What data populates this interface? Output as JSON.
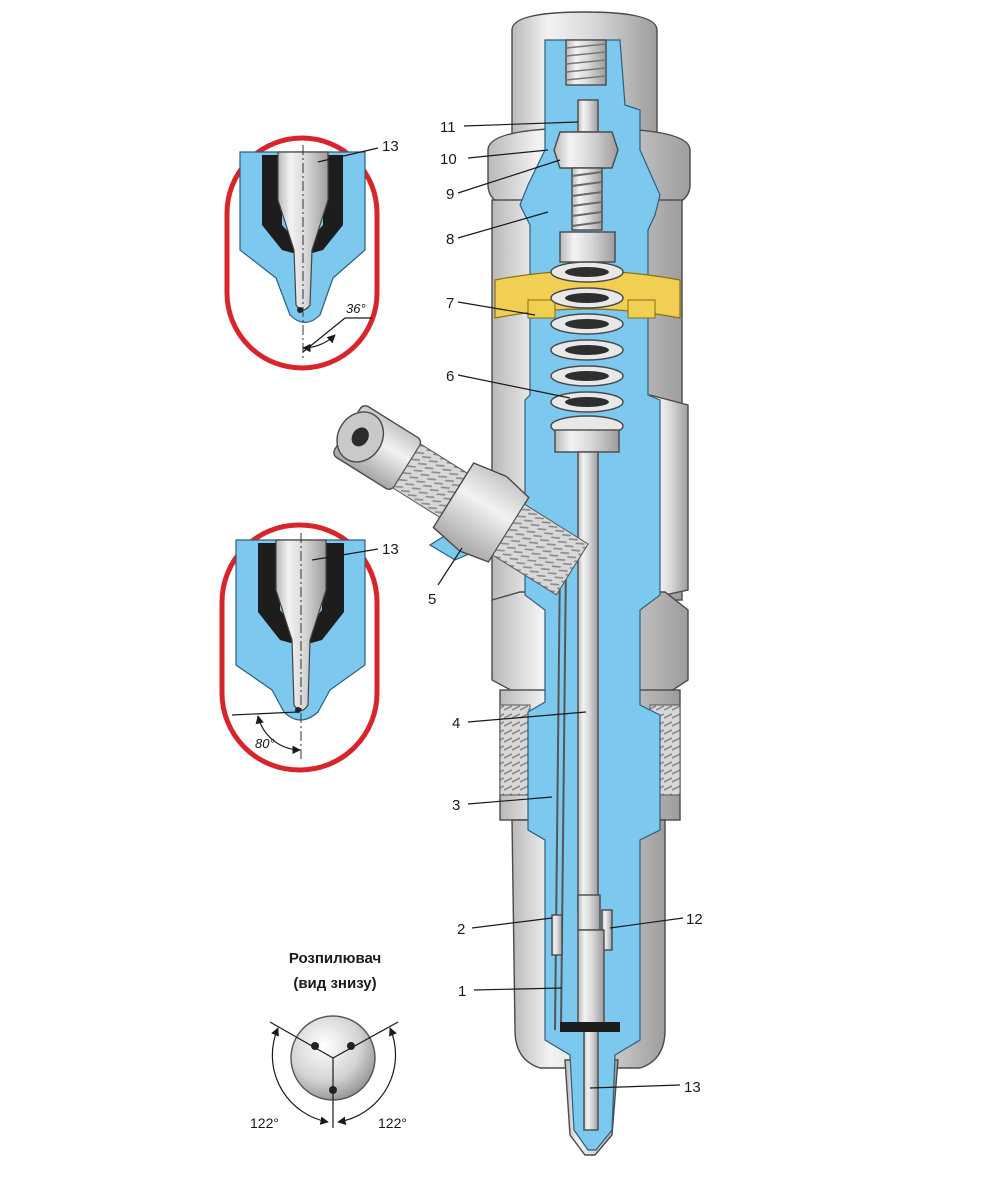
{
  "labels": {
    "l1": "1",
    "l2": "2",
    "l3": "3",
    "l4": "4",
    "l5": "5",
    "l6": "6",
    "l7": "7",
    "l8": "8",
    "l9": "9",
    "l10": "10",
    "l11": "11",
    "l12": "12",
    "l13_bottom": "13",
    "l13_inset_top": "13",
    "l13_inset_mid": "13"
  },
  "angles": {
    "inset_top": "36°",
    "inset_mid": "80°",
    "spray_left": "122°",
    "spray_right": "122°"
  },
  "caption": {
    "line1": "Розпилювач",
    "line2": "(вид знизу)"
  },
  "colors": {
    "fuel_blue": "#7cc8ee",
    "inset_border": "#d7262b",
    "seal_yellow": "#f0cf52",
    "metal": "#dcdcdc"
  }
}
